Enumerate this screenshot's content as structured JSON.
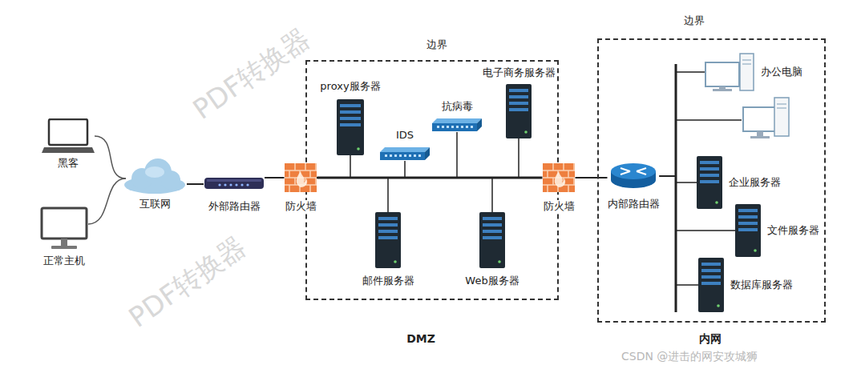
{
  "diagram": {
    "nodes": [
      {
        "text": [
          "黑客"
        ]
      },
      {
        "text": [
          "正常主机"
        ]
      },
      {
        "text": [
          "互联网"
        ]
      },
      {
        "text": [
          "外部路由器"
        ]
      },
      {
        "text": [
          "防火墙"
        ]
      },
      {
        "text": [
          "边界",
          "DMZ"
        ]
      },
      {
        "text": [
          "proxy服务器"
        ],
        "in": 5
      },
      {
        "text": [
          "IDS"
        ],
        "in": 5
      },
      {
        "text": [
          "抗病毒"
        ],
        "in": 5
      },
      {
        "text": [
          "电子商务服务器"
        ],
        "in": 5
      },
      {
        "text": [
          "邮件服务器"
        ],
        "in": 5
      },
      {
        "text": [
          "Web服务器"
        ],
        "in": 5
      },
      {
        "text": [
          "防火墙"
        ]
      },
      {
        "text": [
          "边界",
          "内网"
        ]
      },
      {
        "text": [
          "内部路由器"
        ],
        "in": 13
      },
      {
        "text": [
          "办公电脑"
        ],
        "in": 13
      },
      {
        "text": [
          "企业服务器"
        ],
        "in": 13
      },
      {
        "text": [
          "文件服务器"
        ],
        "in": 13
      },
      {
        "text": [
          "数据库服务器"
        ],
        "in": 13
      }
    ],
    "edges": [
      {
        "from": 0,
        "to": 2,
        "arrow": "none"
      },
      {
        "from": 1,
        "to": 2,
        "arrow": "none"
      },
      {
        "from": 2,
        "to": 3,
        "arrow": "none"
      },
      {
        "from": 3,
        "to": 4,
        "arrow": "none"
      },
      {
        "from": 4,
        "to": 12,
        "arrow": "none"
      },
      {
        "from": 6,
        "to": 4,
        "arrow": "none"
      },
      {
        "from": 7,
        "to": 4,
        "arrow": "none"
      },
      {
        "from": 8,
        "to": 4,
        "arrow": "none"
      },
      {
        "from": 9,
        "to": 4,
        "arrow": "none"
      },
      {
        "from": 10,
        "to": 4,
        "arrow": "none"
      },
      {
        "from": 11,
        "to": 4,
        "arrow": "none"
      },
      {
        "from": 12,
        "to": 14,
        "arrow": "none"
      },
      {
        "from": 14,
        "to": 15,
        "arrow": "none"
      },
      {
        "from": 14,
        "to": 16,
        "arrow": "none"
      },
      {
        "from": 14,
        "to": 17,
        "arrow": "none"
      },
      {
        "from": 14,
        "to": 18,
        "arrow": "none"
      }
    ],
    "labels": [
      "PDF转换器",
      "PDF转换器",
      "CSDN @进击的网安攻城狮"
    ]
  }
}
